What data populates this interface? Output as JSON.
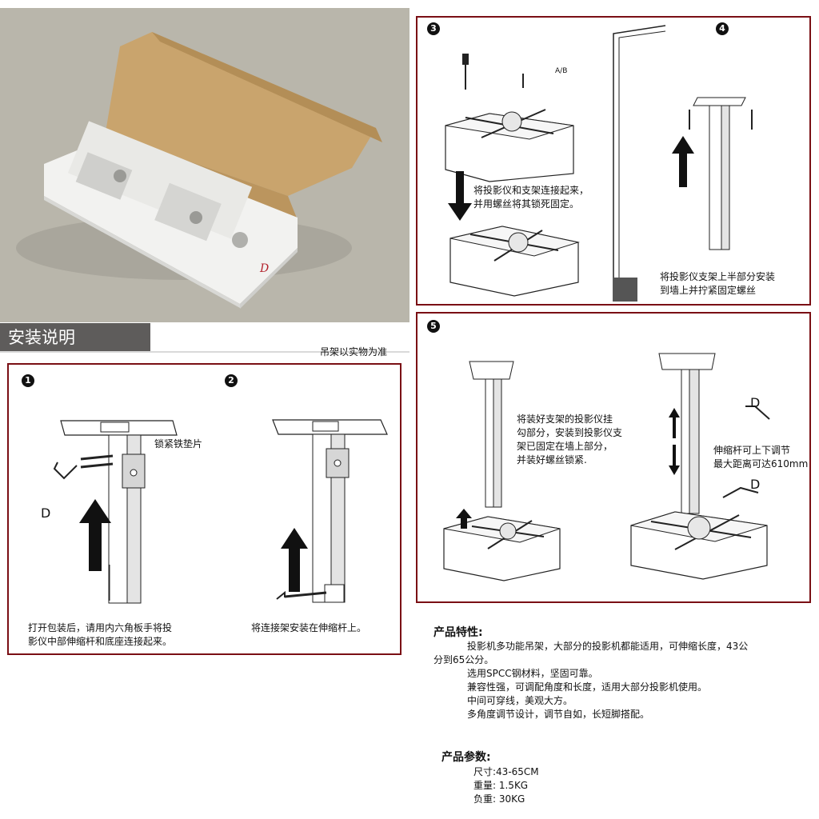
{
  "section": {
    "title": "安装说明",
    "note": "吊架以实物为准"
  },
  "steps": [
    {
      "num": "1",
      "callout": "锁紧铁垫片",
      "tool_label": "D",
      "caption_l1": "打开包装后，请用内六角板手将投",
      "caption_l2": "影仪中部伸缩杆和底座连接起来。"
    },
    {
      "num": "2",
      "caption": "将连接架安装在伸缩杆上。"
    },
    {
      "num": "3",
      "screw_label": "A/B",
      "caption_l1": "将投影仪和支架连接起来，",
      "caption_l2": "并用螺丝将其锁死固定。"
    },
    {
      "num": "4",
      "caption_l1": "将投影仪支架上半部分安装",
      "caption_l2": "到墙上并拧紧固定螺丝"
    },
    {
      "num": "5",
      "caption_l1": "将装好支架的投影仪挂",
      "caption_l2": "勾部分，安装到投影仪支",
      "caption_l3": "架已固定在墙上部分，",
      "caption_l4": "并装好螺丝锁紧.",
      "tool_label_top": "D",
      "tool_label_bottom": "D",
      "adjust_l1": "伸缩杆可上下调节",
      "adjust_l2": "最大距离可达610mm"
    }
  ],
  "features": {
    "heading": "产品特性:",
    "line1": "投影机多功能吊架，大部分的投影机都能适用，可伸缩长度，43公",
    "line1b": "分到65公分。",
    "line2": "选用SPCC钢材料，坚固可靠。",
    "line3": "兼容性强，可调配角度和长度，适用大部分投影机使用。",
    "line4": "中间可穿线，美观大方。",
    "line5": "多角度调节设计，调节自如，长短脚搭配。"
  },
  "params": {
    "heading": "产品参数:",
    "size": "尺寸:43-65CM",
    "weight": "重量: 1.5KG",
    "load": "负重: 30KG"
  },
  "colors": {
    "panel_border": "#7a0f14",
    "title_bg": "#5e5c5b",
    "photo_bg": "#b9b6ab",
    "box_kraft": "#c9a46d"
  },
  "icons": [
    "product-box-photo",
    "up-arrow-icon",
    "down-arrow-icon",
    "hex-key-icon",
    "screwdriver-icon",
    "brick-wall-icon"
  ]
}
